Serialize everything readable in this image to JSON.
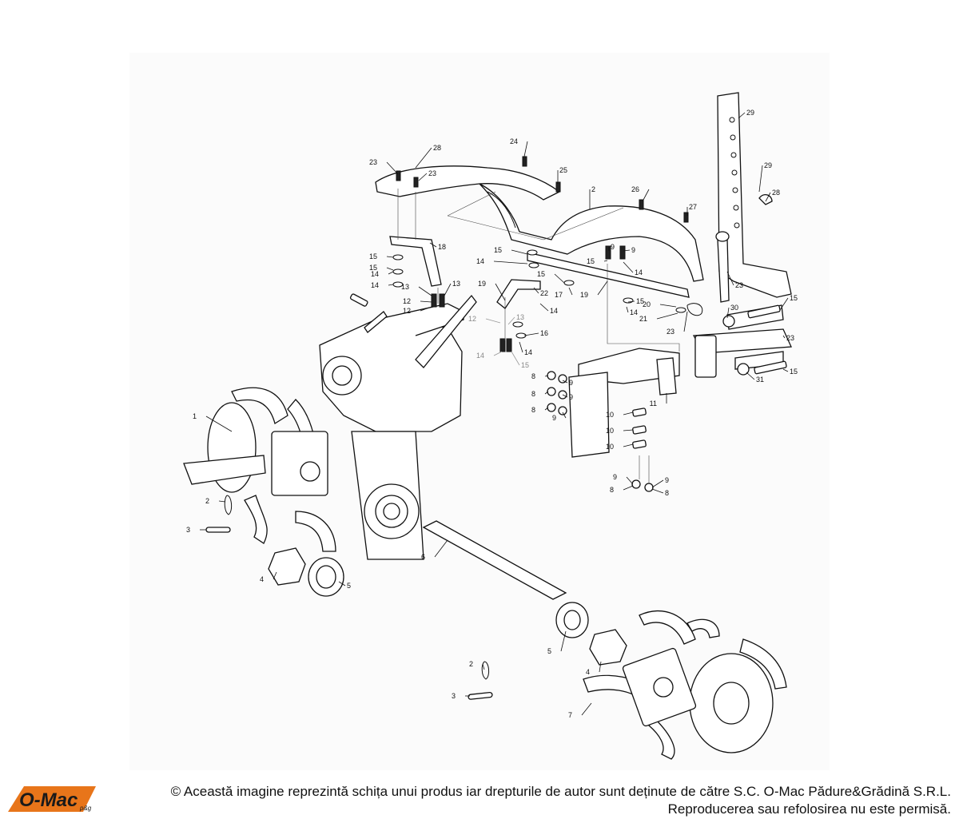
{
  "diagram": {
    "labels": [
      "1",
      "2",
      "3",
      "4",
      "5",
      "6",
      "2",
      "3",
      "4",
      "5",
      "7",
      "8",
      "9",
      "8",
      "9",
      "8",
      "9",
      "10",
      "10",
      "10",
      "9",
      "9",
      "8",
      "8",
      "11",
      "12",
      "13",
      "12",
      "13",
      "12",
      "13",
      "14",
      "15",
      "14",
      "15",
      "14",
      "15",
      "14",
      "15",
      "14",
      "16",
      "17",
      "18",
      "19",
      "19",
      "9",
      "9",
      "15",
      "14",
      "15",
      "14",
      "15",
      "14",
      "20",
      "21",
      "22",
      "23",
      "23",
      "23",
      "23",
      "23",
      "24",
      "25",
      "26",
      "27",
      "2",
      "28",
      "28",
      "29",
      "29",
      "30",
      "31",
      "15",
      "15"
    ]
  },
  "footer": {
    "logo_text": "O-Mac",
    "logo_sub": "p&g",
    "line1": "© Această imagine reprezintă schița unui produs iar drepturile de autor sunt deținute de către S.C. O-Mac Pădure&Grădină S.R.L.",
    "line2": "Reproducerea sau refolosirea nu este permisă.",
    "brand_color": "#e8751a"
  }
}
